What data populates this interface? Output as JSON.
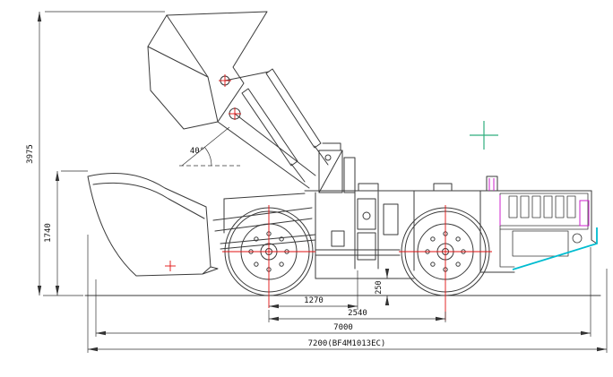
{
  "drawing": {
    "dump_angle_label": "40°",
    "dimensions": {
      "total_height": "3975",
      "bucket_carry_height": "1740",
      "axle_to_articulation": "1270",
      "wheelbase": "2540",
      "ground_clearance": "250",
      "body_length": "7000",
      "overall_length": "7200(BF4M1013EC)"
    },
    "colors": {
      "line": "#3a3a3a",
      "dimension": "#333333",
      "center_mark": "#e01010",
      "hydraulic_highlight": "#00bcd0",
      "accent_magenta": "#cc22cc",
      "snap_marker": "#2fae7d"
    }
  }
}
